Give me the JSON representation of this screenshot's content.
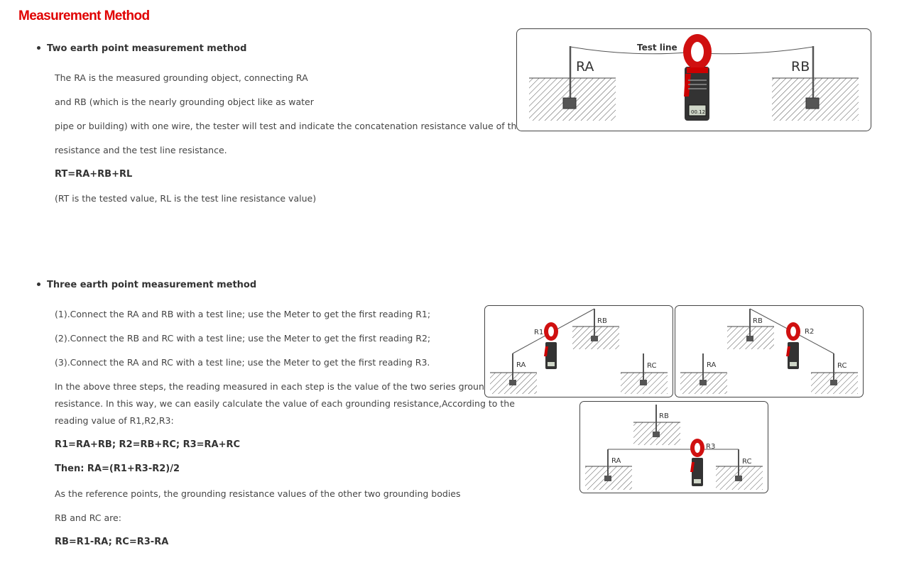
{
  "title": "Measurement Method",
  "two_point": {
    "heading": "Two earth point measurement method",
    "lines": [
      "The RA is the measured grounding object, connecting RA",
      "and RB (which is the nearly grounding object like as water",
      "pipe or building) with one wire, the tester will test and indicate the concatenation resistance value of the ground",
      "resistance and the test line resistance."
    ],
    "formula": "RT=RA+RB+RL",
    "note": "(RT is the tested value, RL is the test line resistance value)",
    "diagram": {
      "test_line_label": "Test line",
      "left_label": "RA",
      "right_label": "RB",
      "display_text": "00.12"
    }
  },
  "three_point": {
    "heading": "Three earth point measurement method",
    "steps": [
      "(1).Connect the RA and RB with a test line; use the Meter to get the first reading R1;",
      "(2).Connect the RB and RC with a test line; use the Meter to get the first reading R2;",
      "(3).Connect the RA and RC with a test line; use the Meter to get the first reading R3."
    ],
    "explain": [
      "In the above three steps, the reading measured in each step is the value of the two series grounding",
      "resistance. In this way, we can easily calculate the value of each grounding resistance,According to the",
      "reading value of R1,R2,R3:"
    ],
    "formula1": "R1=RA+RB; R2=RB+RC; R3=RA+RC",
    "formula2": "Then: RA=(R1+R3-R2)/2",
    "ref_lines": [
      "As the reference points, the grounding resistance values of the other two grounding bodies",
      "RB and RC are:"
    ],
    "formula3": "RB=R1-RA; RC=R3-RA",
    "diagrams": {
      "d1": {
        "meter": "R1",
        "labels": [
          "RA",
          "RB",
          "RC"
        ]
      },
      "d2": {
        "meter": "R2",
        "labels": [
          "RA",
          "RB",
          "RC"
        ]
      },
      "d3": {
        "meter": "R3",
        "labels": [
          "RA",
          "RB",
          "RC"
        ]
      }
    }
  }
}
